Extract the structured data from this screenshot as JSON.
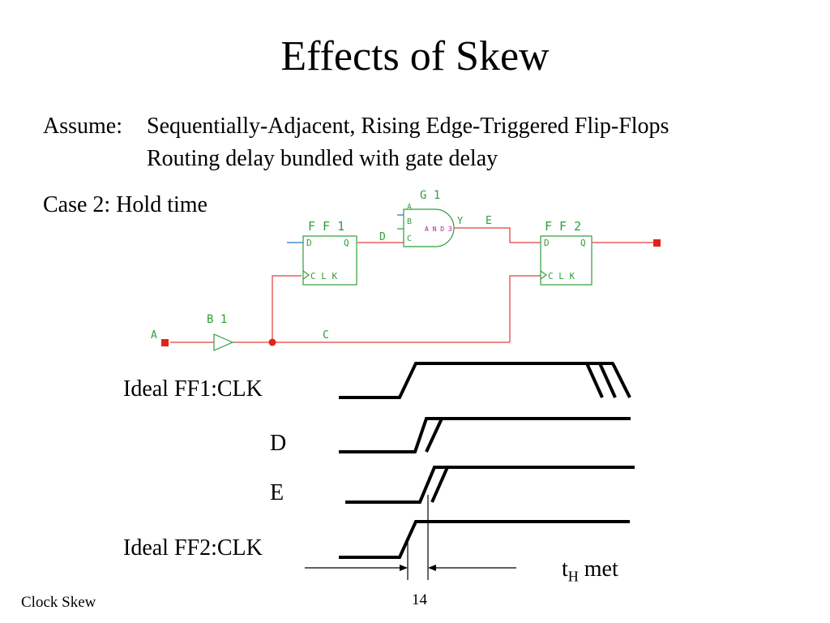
{
  "title": "Effects of Skew",
  "assume": {
    "prefix": "Assume:",
    "line1": "Sequentially-Adjacent, Rising Edge-Triggered Flip-Flops",
    "line2": "Routing delay bundled with gate delay"
  },
  "case_label": "Case 2: Hold time",
  "schematic": {
    "ff1": {
      "name": "F F 1",
      "d": "D",
      "q": "Q",
      "clk": "C L K"
    },
    "ff2": {
      "name": "F F 2",
      "d": "D",
      "q": "Q",
      "clk": "C L K"
    },
    "gate": {
      "name": "G 1",
      "type": "A N D 3",
      "in_a": "A",
      "in_b": "B",
      "in_c": "C",
      "out": "Y"
    },
    "buffer": {
      "name": "B 1"
    },
    "nets": {
      "input": "A",
      "clock": "C",
      "d": "D",
      "e": "E"
    },
    "colors": {
      "wire": "#e8615e",
      "component": "#2f9e3a",
      "port": "#e0241c",
      "net_label": "#2f9e3a",
      "blue_pin": "#4a8ad4",
      "gate_label": "#b5169b"
    }
  },
  "waveforms": {
    "ff1_clk": "Ideal FF1:CLK",
    "d": "D",
    "e": "E",
    "ff2_clk": "Ideal FF2:CLK"
  },
  "annotation": {
    "t": "t",
    "sub": "H",
    "text": "met"
  },
  "footer": {
    "left": "Clock Skew",
    "page": "14"
  }
}
